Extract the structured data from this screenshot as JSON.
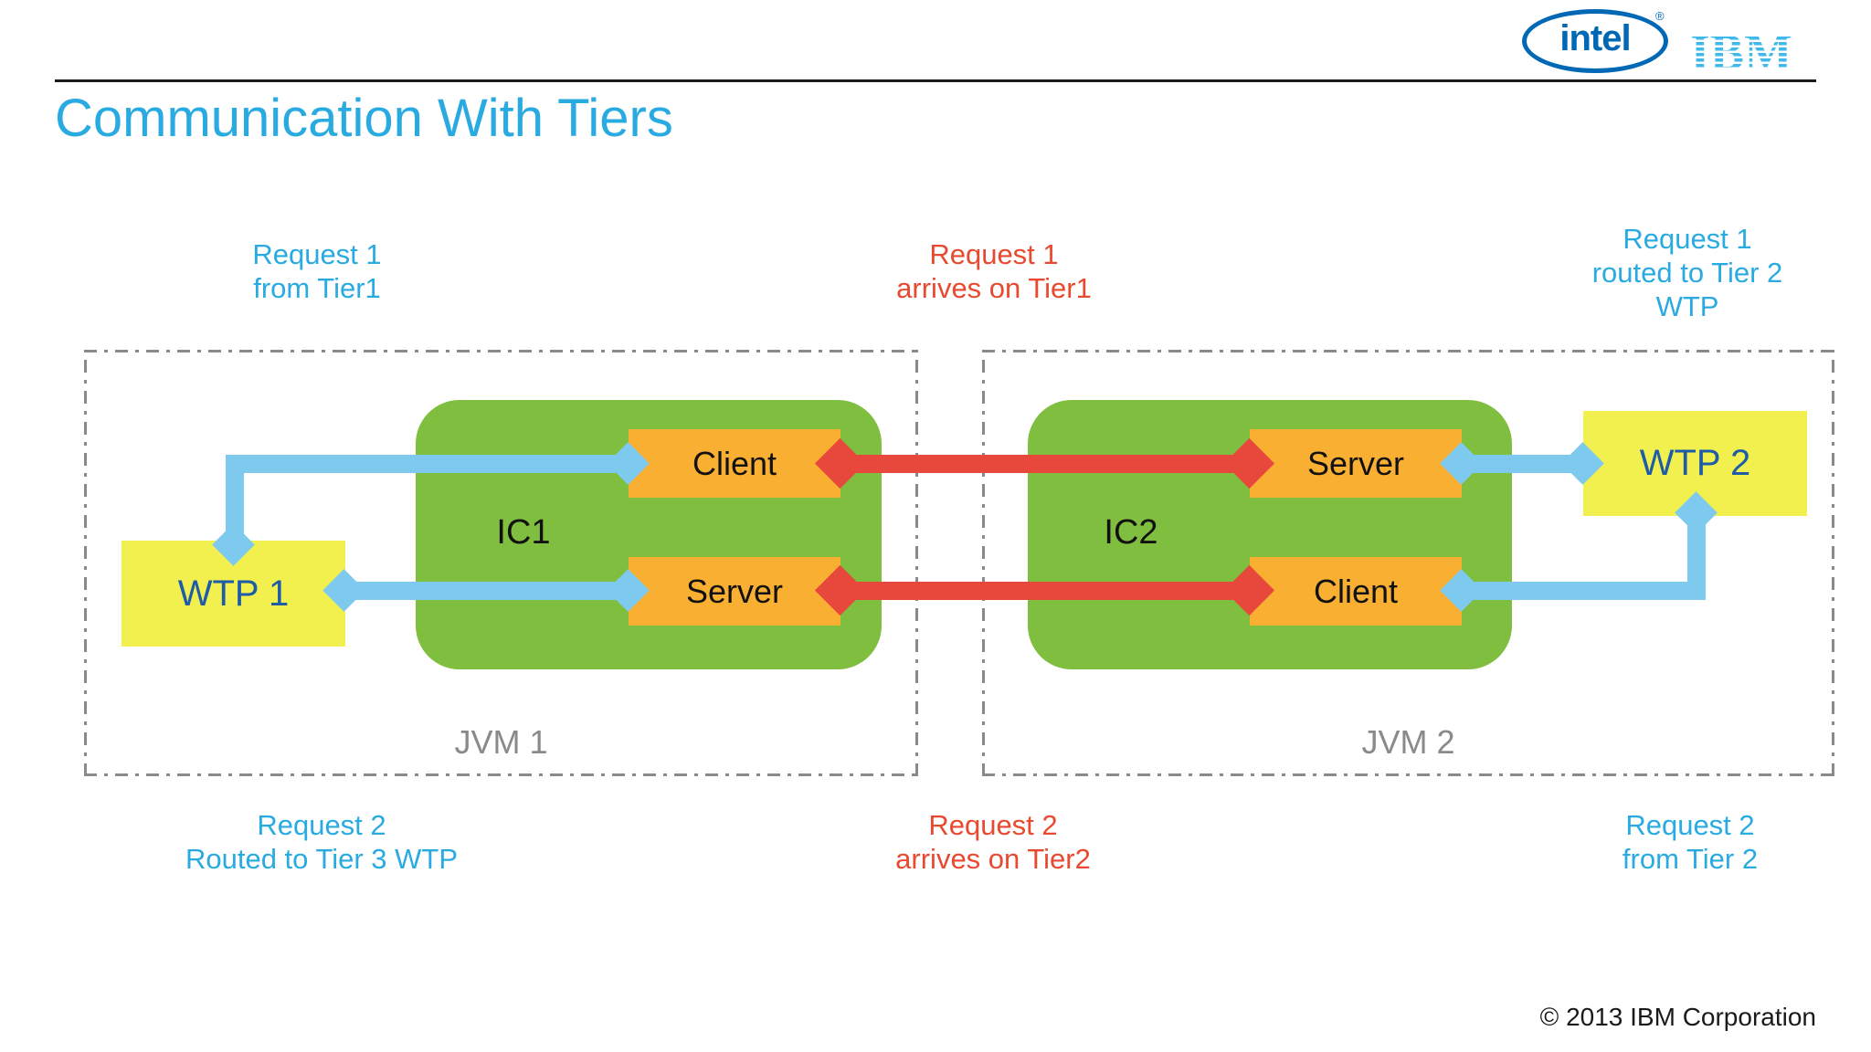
{
  "slide": {
    "title": "Communication With Tiers",
    "copyright": "© 2013 IBM Corporation"
  },
  "logos": {
    "intel": "intel",
    "intel_registered": "®",
    "ibm": "IBM"
  },
  "annotations": {
    "req1_from": {
      "line1": "Request 1",
      "line2": "from Tier1"
    },
    "req1_arrives": {
      "line1": "Request 1",
      "line2": "arrives on Tier1"
    },
    "req1_routed": {
      "line1": "Request 1",
      "line2": "routed to Tier 2",
      "line3": "WTP"
    },
    "req2_routed": {
      "line1": "Request 2",
      "line2": "Routed to Tier 3 WTP"
    },
    "req2_arrives": {
      "line1": "Request 2",
      "line2": "arrives on Tier2"
    },
    "req2_from": {
      "line1": "Request 2",
      "line2": "from Tier 2"
    }
  },
  "diagram": {
    "jvm1": {
      "label": "JVM 1",
      "ic": "IC1",
      "wtp": "WTP 1",
      "top_node": "Client",
      "bottom_node": "Server"
    },
    "jvm2": {
      "label": "JVM 2",
      "ic": "IC2",
      "wtp": "WTP 2",
      "top_node": "Server",
      "bottom_node": "Client"
    }
  },
  "colors": {
    "title_blue": "#29ABE2",
    "annotation_red": "#E8492F",
    "container_green": "#7FBE3F",
    "node_orange": "#F9B032",
    "wtp_yellow": "#F1F04E",
    "wtp_text_blue": "#1E5CA8",
    "arrow_blue": "#7EC9EE",
    "arrow_red": "#E8473C",
    "jvm_border_gray": "#8A8A8A"
  }
}
